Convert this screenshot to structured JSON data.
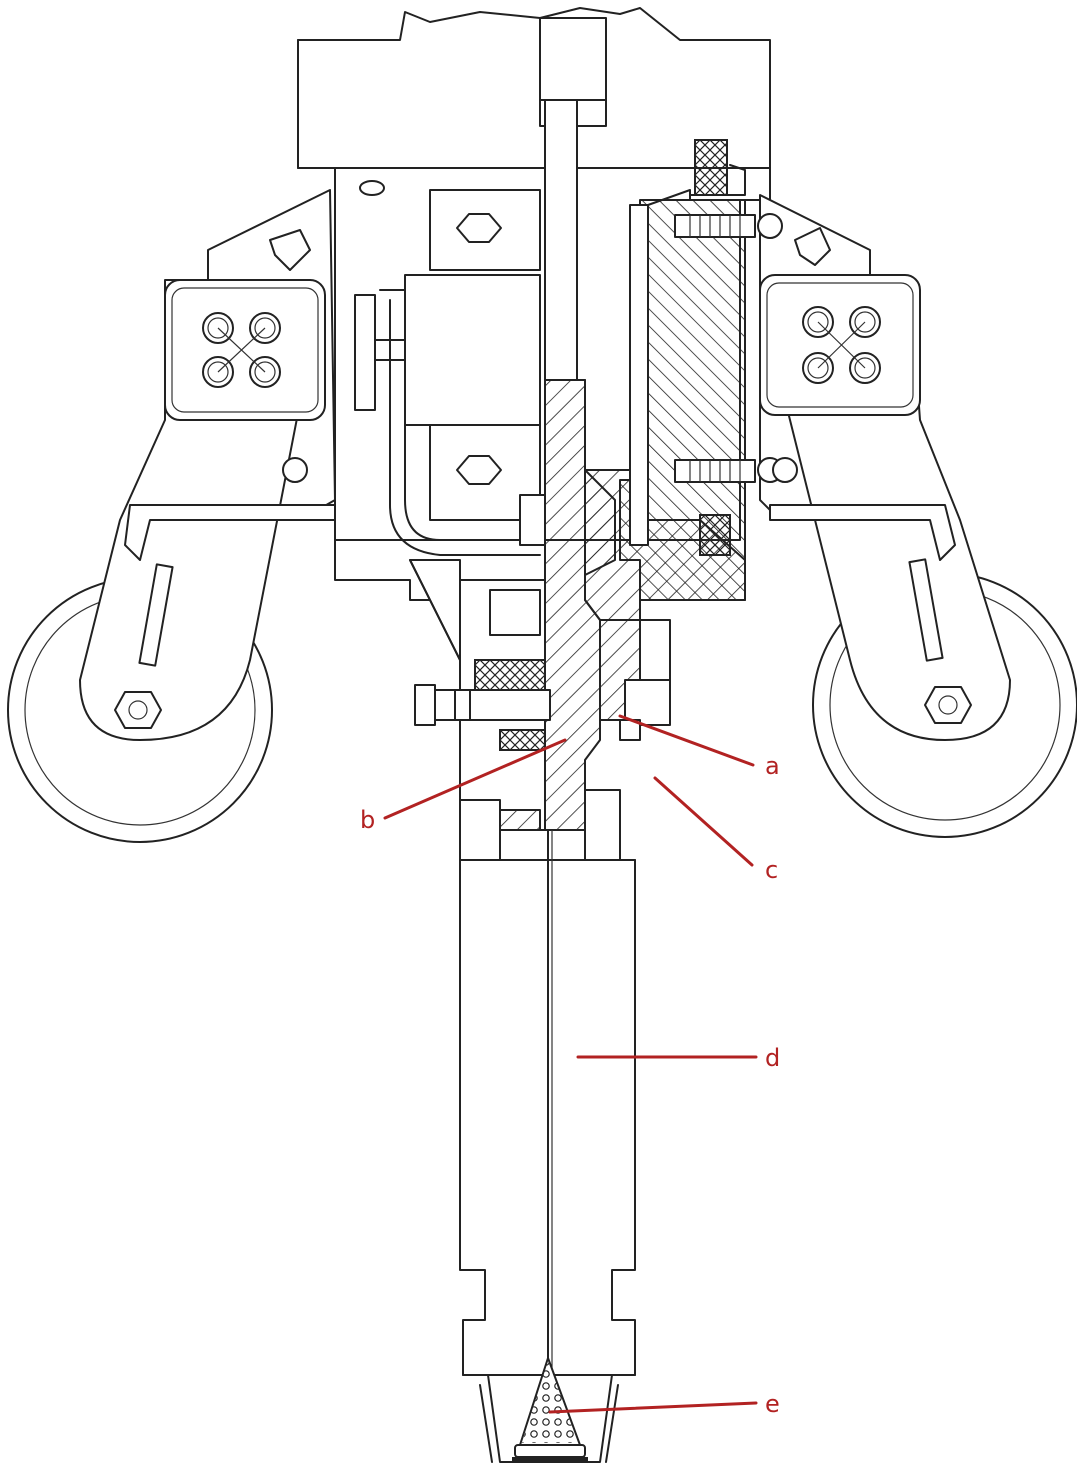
{
  "labels": {
    "a": "a",
    "b": "b",
    "c": "c",
    "d": "d",
    "e": "e"
  },
  "colors": {
    "drawing": "#222222",
    "callout": "#b22222",
    "background": "#ffffff"
  }
}
